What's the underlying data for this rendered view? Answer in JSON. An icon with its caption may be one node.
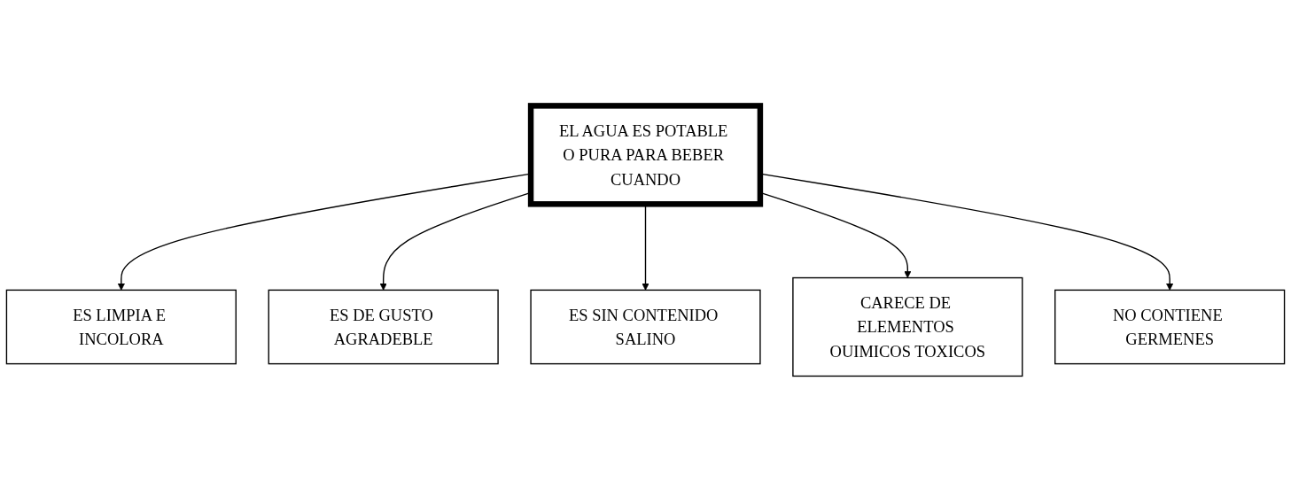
{
  "diagram": {
    "nodes": [
      {
        "text": [
          "EL AGUA ES POTABLE O PURA PARA BEBER CUANDO"
        ]
      },
      {
        "text": [
          "ES LIMPIA E INCOLORA"
        ]
      },
      {
        "text": [
          "ES DE GUSTO AGRADEBLE"
        ]
      },
      {
        "text": [
          "ES SIN CONTENIDO SALINO"
        ]
      },
      {
        "text": [
          "CARECE DE ELEMENTOS OUIMICOS TOXICOS"
        ]
      },
      {
        "text": [
          "NO CONTIENE GERMENES"
        ]
      }
    ],
    "edges": [
      {
        "from": 0,
        "to": 1,
        "arrow": "to"
      },
      {
        "from": 0,
        "to": 2,
        "arrow": "to"
      },
      {
        "from": 0,
        "to": 3,
        "arrow": "to"
      },
      {
        "from": 0,
        "to": 4,
        "arrow": "to"
      },
      {
        "from": 0,
        "to": 5,
        "arrow": "to"
      }
    ]
  }
}
